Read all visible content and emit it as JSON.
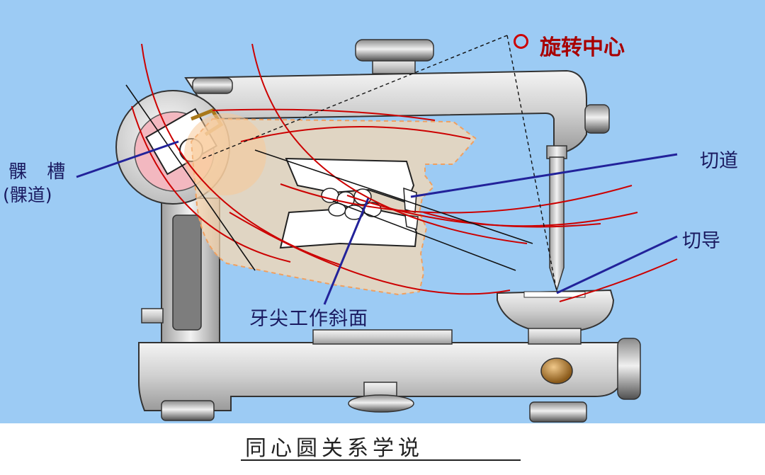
{
  "labels": {
    "condyle_line1": "髁 槽",
    "condyle_line2": "(髁道)",
    "incisal_path": "切道",
    "incisal_guide": "切导",
    "cusp_incline": "牙尖工作斜面",
    "rotation_center": "旋转中心"
  },
  "caption": "同心圆关系学说",
  "colors": {
    "background": "#9ccbf4",
    "arc_red": "#cc0000",
    "leader_blue": "#22229a",
    "machine_gray": "#c9c9c9",
    "face_peach": "#fbd8b0"
  }
}
